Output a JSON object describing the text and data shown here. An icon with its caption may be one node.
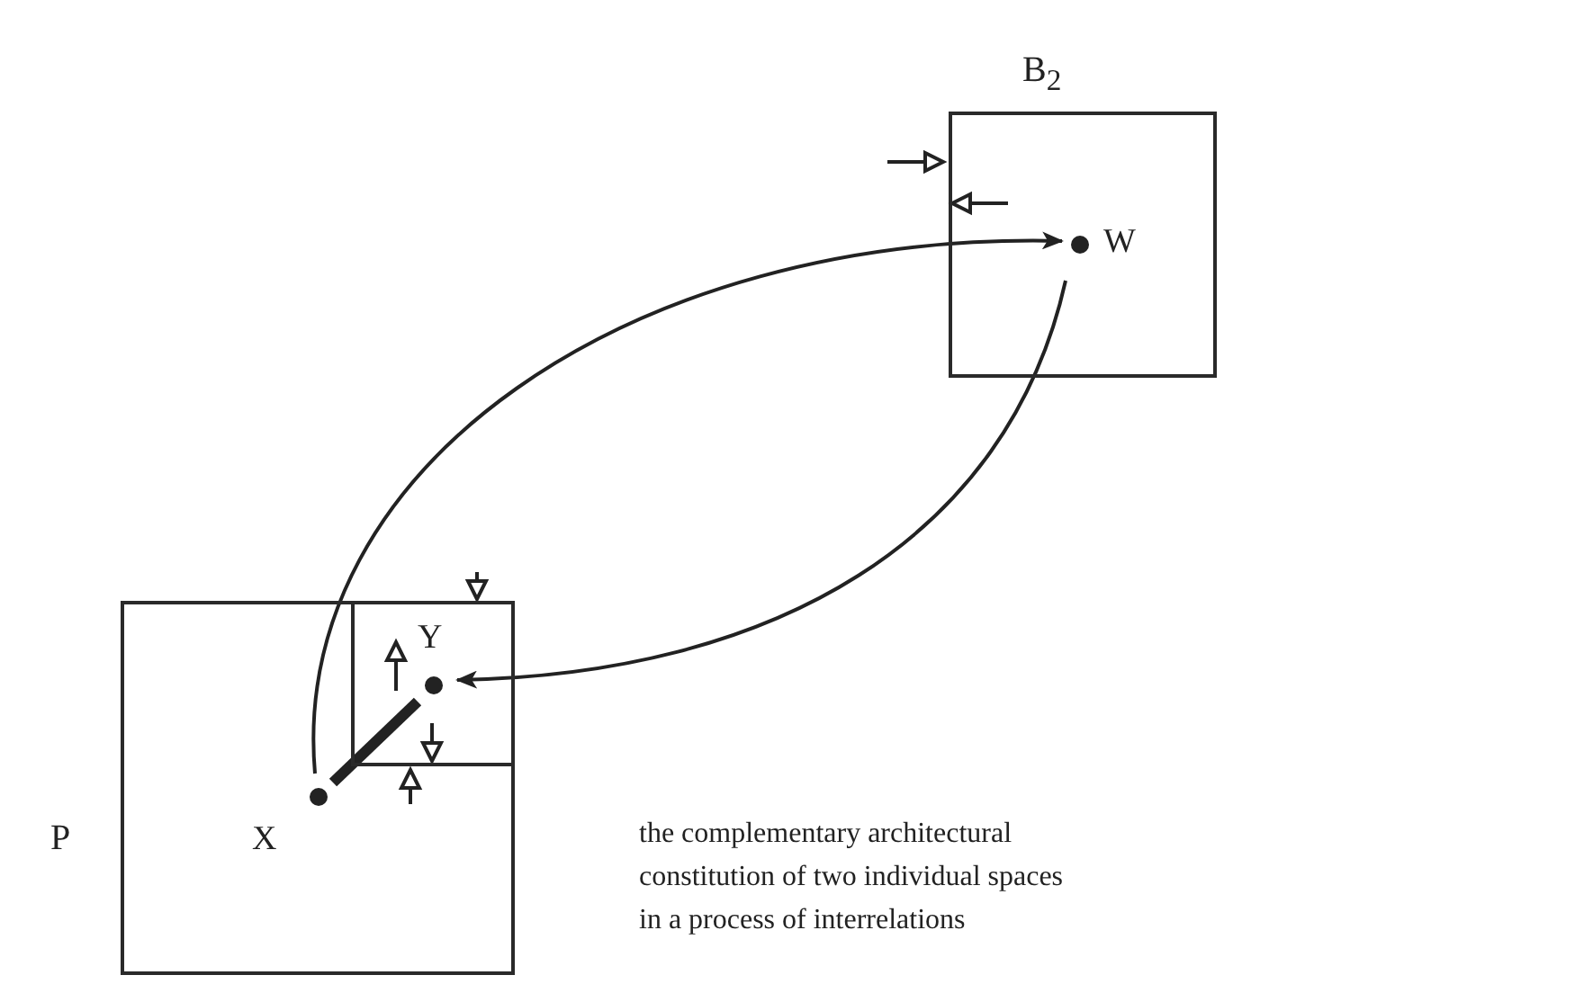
{
  "diagram": {
    "nodes": [
      {
        "text": [
          "B$_{2}$"
        ]
      },
      {
        "text": [
          "W"
        ],
        "in": 0
      },
      {
        "text": [
          "P"
        ]
      },
      {
        "text": [],
        "shape": "box",
        "in": 2
      },
      {
        "text": [
          "Y"
        ],
        "in": 3
      },
      {
        "text": [
          "X"
        ],
        "in": 2
      }
    ],
    "edges": [
      {
        "from": 5,
        "to": 1,
        "arrow": "to"
      },
      {
        "from": 1,
        "to": 4,
        "arrow": "to"
      },
      {
        "from": 5,
        "to": 4,
        "arrow": "none",
        "style": "thick"
      }
    ],
    "labels": [
      "the complementary architectural constitution of two individual spaces in a process of interrelations"
    ]
  }
}
